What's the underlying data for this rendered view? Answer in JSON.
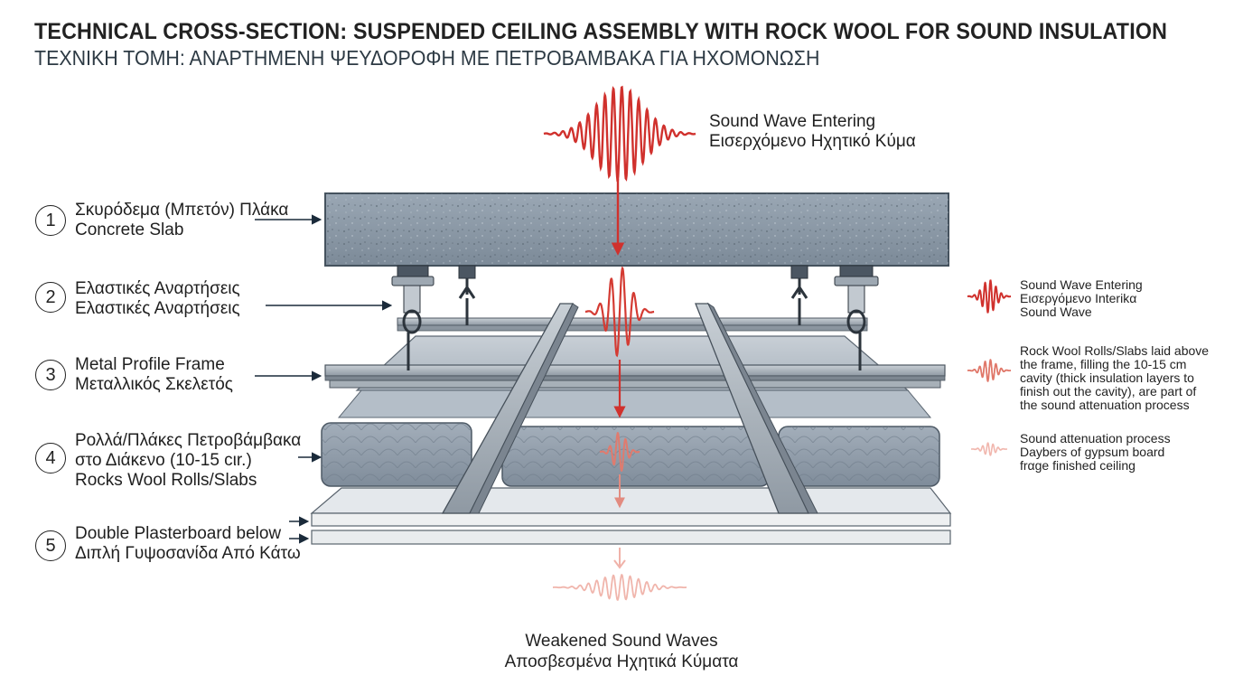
{
  "title": {
    "english": "TECHNICAL CROSS-SECTION: SUSPENDED CEILING ASSEMBLY WITH ROCK WOOL FOR SOUND INSULATION",
    "greek": "ΤΕΧΝΙΚΗ ΤΟΜΗ: ΑΝΑΡΤΗΜΕΝΗ ΨΕΥΔΟΡΟΦΗ ΜΕ ΠΕΤΡΟΒΑΜΒΑΚΑ ΓΙΑ ΗΧΟΜΟΝΩΣΗ"
  },
  "sound_in": {
    "line1": "Sound Wave Entering",
    "line2": "Εισερχόμενο Ηχητικό Κύμα"
  },
  "sound_out": {
    "line1": "Weakened Sound Waves",
    "line2": "Αποσβεσμένα Ηχητικά Κύματα"
  },
  "layers": [
    {
      "number": "1",
      "lines": [
        "Σκυρόδεμα (Μπετόν) Πλάκα",
        "Concrete Slab"
      ]
    },
    {
      "number": "2",
      "lines": [
        "Ελαστικές Αναρτήσεις",
        "Ελαστικές Αναρτήσεις"
      ]
    },
    {
      "number": "3",
      "lines": [
        "Metal Profile Frame",
        "Μεταλλικός Σκελετός"
      ]
    },
    {
      "number": "4",
      "lines": [
        "Ρολλά/Πλάκες Πετροβάμβακα",
        "στο Διάκενο (10-15 cιr.)",
        "Rocks Wool Rolls/Slabs"
      ]
    },
    {
      "number": "5",
      "lines": [
        "Double Plasterboard below",
        "Διπλή Γυψοσανίδα Από Κάτω"
      ]
    }
  ],
  "legend": [
    {
      "icon": "wave-strong-icon",
      "color": "#d0312d",
      "lines": [
        "Sound Wave Entering",
        "Εισεργόμενο Interikα",
        "Sound Wave"
      ]
    },
    {
      "icon": "wave-medium-icon",
      "color": "#e0786a",
      "lines": [
        "Rock Wool Rolls/Slabs laid above",
        "the frame, filling the 10-15 cm",
        "cavity (thick insulation layers to",
        "finish out the cavity), are part of",
        "the sound attenuation process"
      ]
    },
    {
      "icon": "wave-faint-icon",
      "color": "#f1b7ae",
      "lines": [
        "Sound attenuation process",
        "Daybers of gypsum board",
        "frαge finished ceiling"
      ]
    }
  ],
  "colors": {
    "concrete": "#8a98a6",
    "rock_wool": "#8e9aa8",
    "metal": "#a9b2ba",
    "plasterboard": "#eef0f1",
    "wave_strong": "#d0312d",
    "wave_faint": "#efb3aa"
  }
}
